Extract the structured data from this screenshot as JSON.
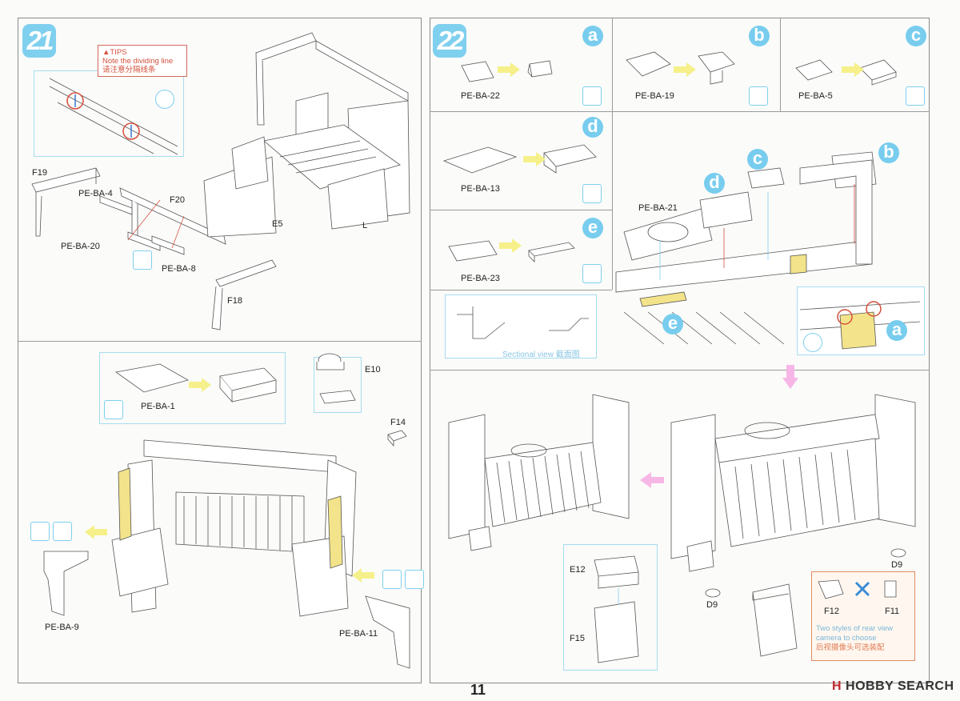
{
  "step21": {
    "number": "21",
    "tips": {
      "title": "▲TIPS",
      "line1": "Note the dividing line",
      "line2": "请注意分隔线条"
    },
    "labels": {
      "f19": "F19",
      "pe_ba_4": "PE-BA-4",
      "f20": "F20",
      "pe_ba_20": "PE-BA-20",
      "pe_ba_8": "PE-BA-8",
      "f18": "F18",
      "e5": "E5",
      "l": "L"
    },
    "lower": {
      "pe_ba_1": "PE-BA-1",
      "e10": "E10",
      "f14": "F14",
      "pe_ba_9": "PE-BA-9",
      "pe_ba_11": "PE-BA-11"
    }
  },
  "step22": {
    "number": "22",
    "sub_a": {
      "letter": "a",
      "part": "PE-BA-22"
    },
    "sub_b": {
      "letter": "b",
      "part": "PE-BA-19"
    },
    "sub_c": {
      "letter": "c",
      "part": "PE-BA-5"
    },
    "sub_d": {
      "letter": "d",
      "part": "PE-BA-13"
    },
    "sub_e": {
      "letter": "e",
      "part": "PE-BA-23"
    },
    "main": {
      "pe_ba_21": "PE-BA-21",
      "d": "d",
      "c": "c",
      "b": "b",
      "e": "e",
      "a": "a"
    },
    "sectional": "Sectional view 截面图",
    "lower": {
      "e12": "E12",
      "f15": "F15",
      "d9_left": "D9",
      "d9_right": "D9",
      "f12": "F12",
      "f11": "F11"
    },
    "note": {
      "en1": "Two styles of rear view",
      "en2": "camera to choose",
      "cn": "后视摄像头可选装配"
    }
  },
  "footer": {
    "page": "11",
    "brand_mark": "H",
    "brand_main": "HOBBY SEARCH"
  },
  "colors": {
    "accent_cyan": "#7fd0ee",
    "highlight_yellow": "#f3e38a",
    "arrow_yellow": "#f6f08a",
    "arrow_pink": "#f6b7e6"
  }
}
